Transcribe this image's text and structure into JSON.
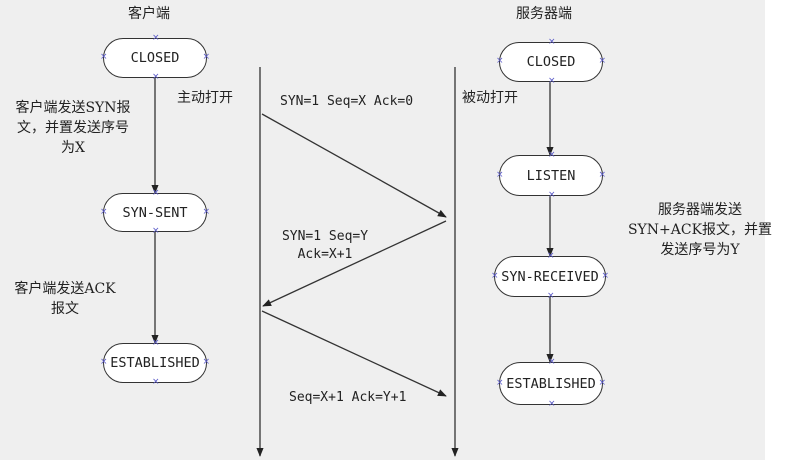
{
  "headers": {
    "client": "客户端",
    "server": "服务器端"
  },
  "client": {
    "states": [
      "CLOSED",
      "SYN-SENT",
      "ESTABLISHED"
    ],
    "note_syn": [
      "客户端发送SYN报",
      "文，并置发送序号",
      "为X"
    ],
    "note_ack": [
      "客户端发送ACK",
      "报文"
    ]
  },
  "server": {
    "states": [
      "CLOSED",
      "LISTEN",
      "SYN-RECEIVED",
      "ESTABLISHED"
    ],
    "note_synack": [
      "服务器端发送",
      "SYN+ACK报文，并置",
      "发送序号为Y"
    ]
  },
  "labels": {
    "active_open": "主动打开",
    "passive_open": "被动打开"
  },
  "messages": {
    "m1": "SYN=1 Seq=X Ack=0",
    "m2": [
      "SYN=1 Seq=Y",
      "Ack=X+1"
    ],
    "m3": "Seq=X+1 Ack=Y+1"
  },
  "colors": {
    "background": "#efefef",
    "marker": "#5a5ac8",
    "line": "#333333"
  }
}
